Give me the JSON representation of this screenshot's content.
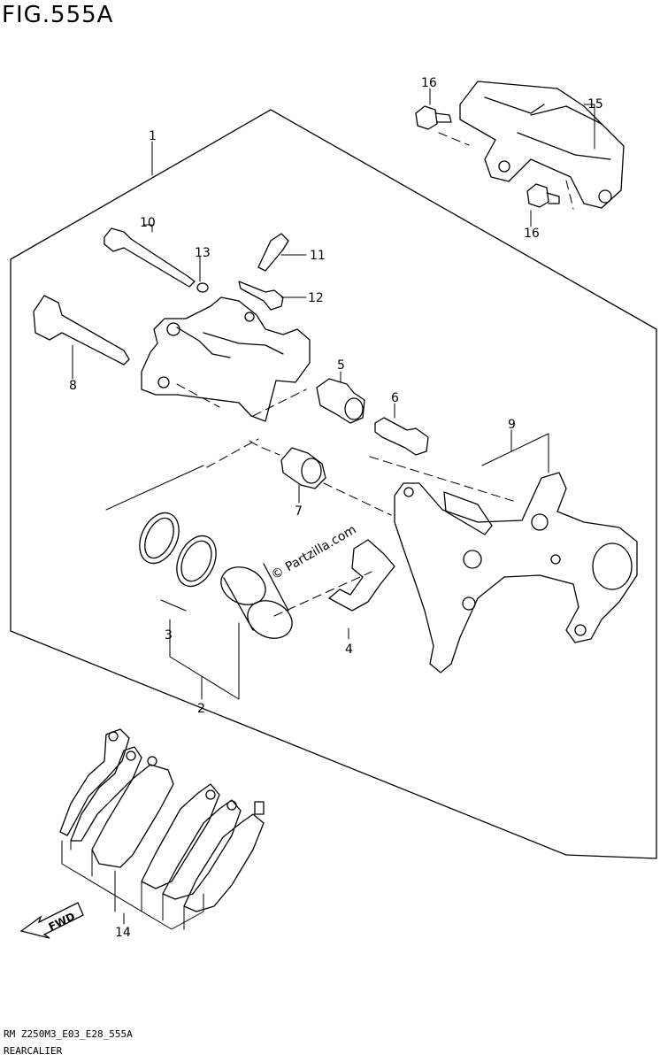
{
  "figure": {
    "title": "FIG.555A",
    "footer_code": "RM Z250M3_E03_E28_555A",
    "footer_name": "REARCALIER",
    "watermark": "© Partzilla.com",
    "fwd_label": "FWD"
  },
  "callouts": {
    "c1": "1",
    "c2": "2",
    "c3": "3",
    "c4": "4",
    "c5": "5",
    "c6": "6",
    "c7": "7",
    "c8": "8",
    "c9": "9",
    "c10": "10",
    "c11": "11",
    "c12": "12",
    "c13": "13",
    "c14": "14",
    "c15": "15",
    "c16a": "16",
    "c16b": "16"
  },
  "colors": {
    "line": "#000000",
    "background": "#ffffff"
  }
}
